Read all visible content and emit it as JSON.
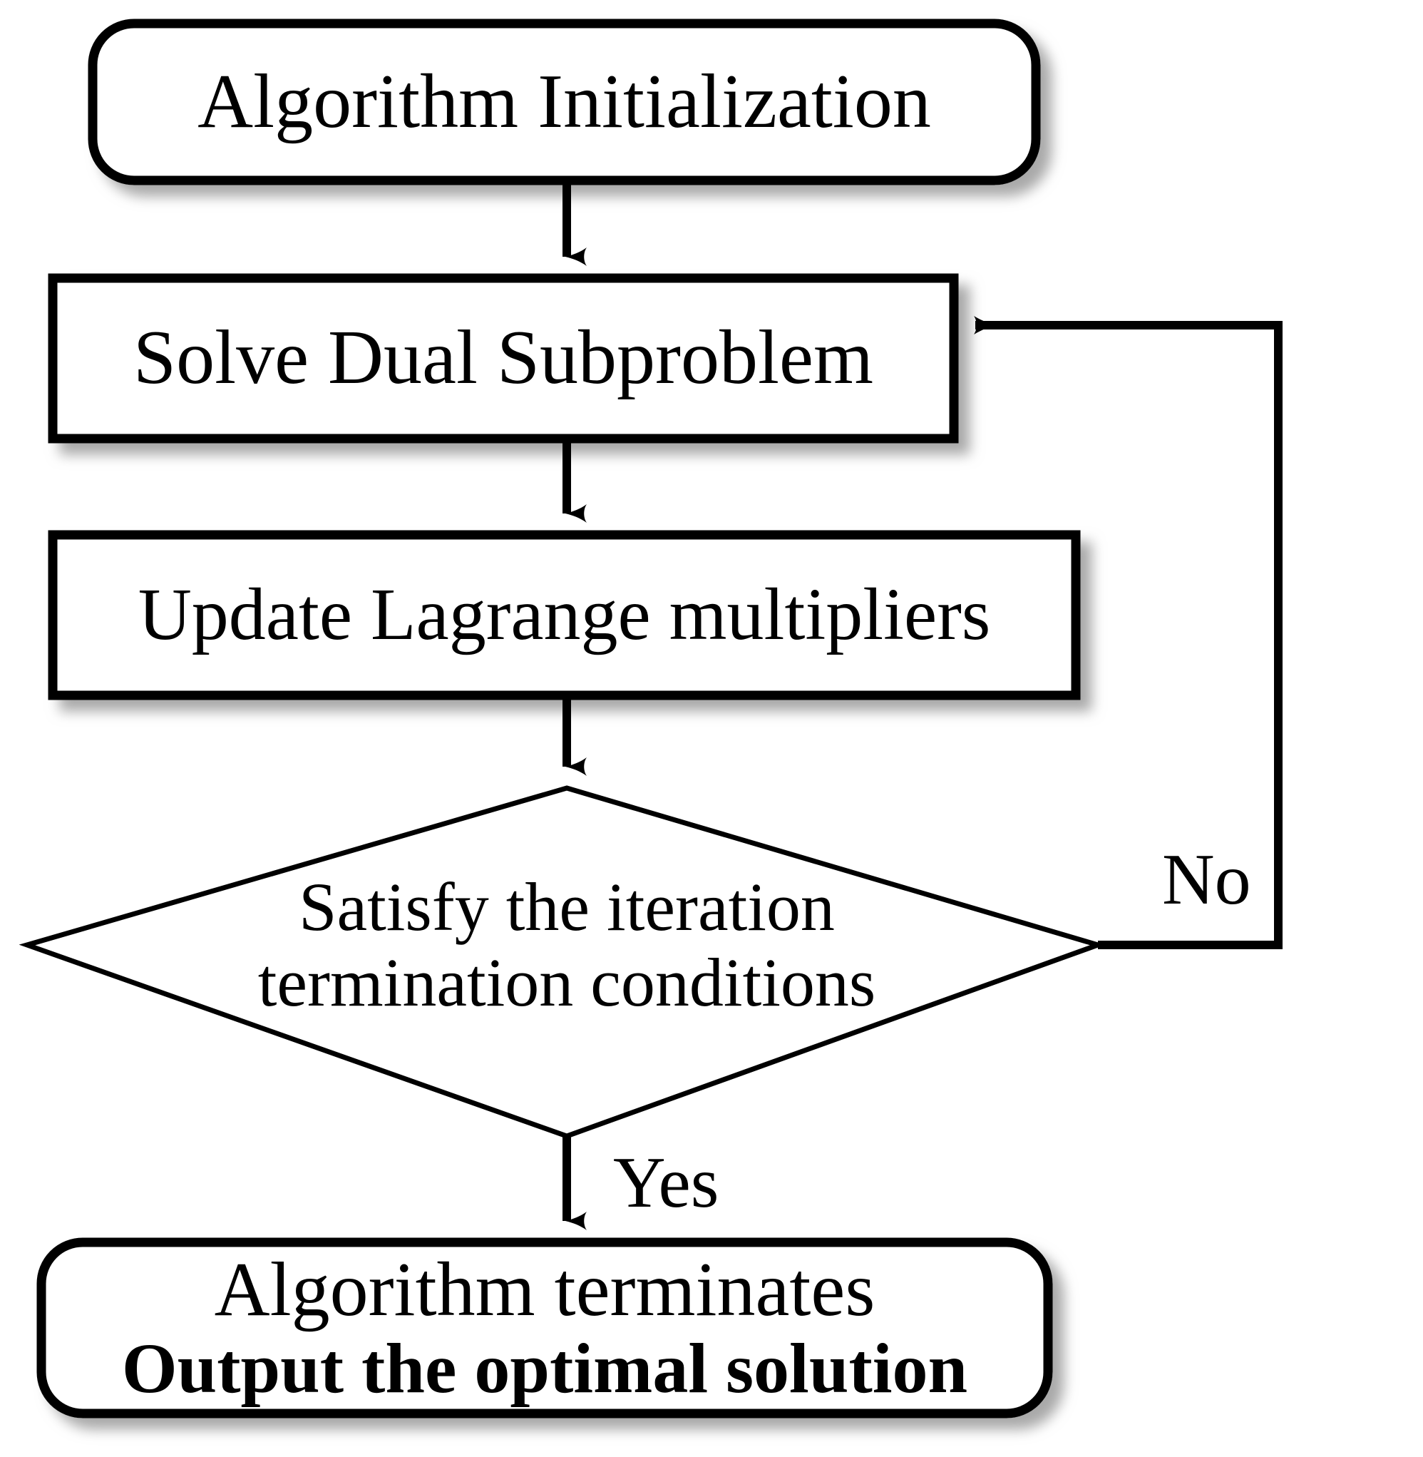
{
  "diagram": {
    "title": "Dual decomposition algorithm flowchart",
    "background_color": "#ffffff",
    "stroke_color": "#000000",
    "fill_color": "#ffffff",
    "shadow_color": "#b4b4b4"
  },
  "nodes": [
    {
      "id": "start",
      "shape": "rounded-rectangle",
      "label": "Algorithm Initialization",
      "lines": [
        "Algorithm Initialization"
      ]
    },
    {
      "id": "solve",
      "shape": "rectangle",
      "label": "Solve Dual Subproblem",
      "lines": [
        "Solve Dual Subproblem"
      ]
    },
    {
      "id": "update",
      "shape": "rectangle",
      "label": "Update Lagrange multipliers",
      "lines": [
        "Update Lagrange multipliers"
      ]
    },
    {
      "id": "decision",
      "shape": "diamond",
      "label": "Satisfy the iteration termination conditions",
      "lines": [
        "Satisfy the iteration",
        "termination conditions"
      ]
    },
    {
      "id": "end",
      "shape": "rounded-rectangle",
      "label": "Algorithm terminates Output the optimal solution",
      "lines": [
        "Algorithm terminates",
        "Output the optimal solution"
      ]
    }
  ],
  "edges": [
    {
      "id": "start-to-solve",
      "from": "start",
      "to": "solve",
      "label": ""
    },
    {
      "id": "solve-to-update",
      "from": "solve",
      "to": "update",
      "label": ""
    },
    {
      "id": "update-to-decision",
      "from": "update",
      "to": "decision",
      "label": ""
    },
    {
      "id": "decision-to-end",
      "from": "decision",
      "to": "end",
      "label": "Yes"
    },
    {
      "id": "decision-to-solve",
      "from": "decision",
      "to": "solve",
      "label": "No"
    }
  ],
  "edge_labels": {
    "yes": "Yes",
    "no": "No"
  }
}
